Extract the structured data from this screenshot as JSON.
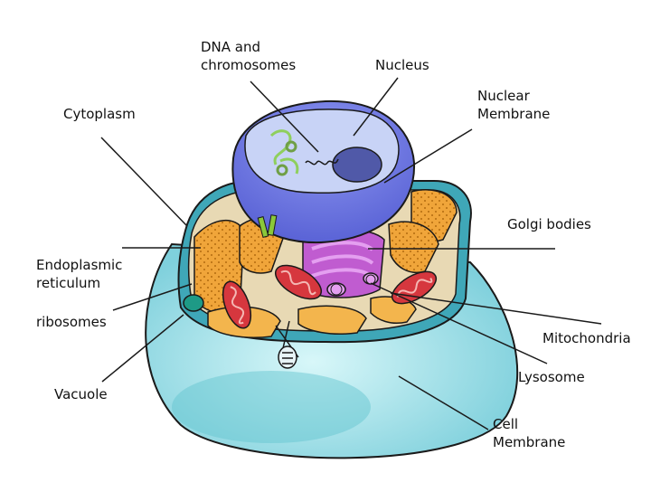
{
  "labels": {
    "dna": "DNA and\nchromosomes",
    "nucleus": "Nucleus",
    "nuclear_membrane": "Nuclear\nMembrane",
    "cytoplasm": "Cytoplasm",
    "golgi": "Golgi bodies",
    "er": "Endoplasmic\nreticulum",
    "ribosomes": "ribosomes",
    "mitochondria": "Mitochondria",
    "vacuole": "Vacuole",
    "lysosome": "Lysosome",
    "cell_membrane": "Cell\nMembrane"
  },
  "colors": {
    "outline": "#1a1a1a",
    "vacuole_fill": "#b9ecf1",
    "cell_membrane": "#4fb5c6",
    "nucleus_outer": "#6f78e6",
    "nucleus_inner": "#c8d3f6",
    "nucleolus": "#5059a8",
    "chromosome": "#8fcf5d",
    "er_fill": "#f0a53a",
    "er_dots": "#b26b10",
    "golgi_fill": "#c05cd0",
    "golgi_light": "#e49ff0",
    "mitochondria_fill": "#d6373e",
    "mitochondria_inner": "#f4b7b3",
    "ribosome": "#1e9a86",
    "centriole_green": "#8ac83a"
  }
}
